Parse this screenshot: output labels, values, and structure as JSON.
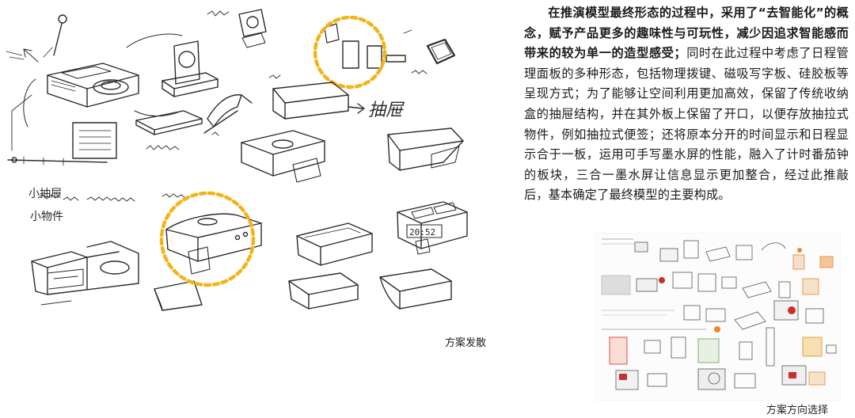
{
  "paragraph": {
    "bold_part": "在推演模型最终形态的过程中，采用了“去智能化”的概念，赋予产品更多的趣味性与可玩性，减少因追求智能感而带来的较为单一的造型感受；",
    "regular_part": "同时在此过程中考虑了日程管理面板的多种形态，包括物理拨键、磁吸写字板、硅胶板等呈现方式；为了能够让空间利用更加高效，保留了传统收纳盒的抽屉结构，并在其外板上保留了开口，以便存放抽拉式物件，例如抽拉式便签；还将原本分开的时间显示和日程显示合于一板，运用可手写墨水屏的性能，融入了计时番茄钟的板块，三合一墨水屏让信息显示更加整合，经过此推敲后，基本确定了最终模型的主要构成。"
  },
  "captions": {
    "left": "方案发散",
    "right": "方案方向选择"
  },
  "sketch_labels": {
    "drawer": "抽屉",
    "small_drawer": "小抽屉",
    "small_items": "小物件",
    "clock": "20:52"
  },
  "colors": {
    "highlight_circle": "#f2b517",
    "ink": "#2a2a2a",
    "accent_orange": "#e8892a",
    "accent_red": "#c9302c"
  }
}
